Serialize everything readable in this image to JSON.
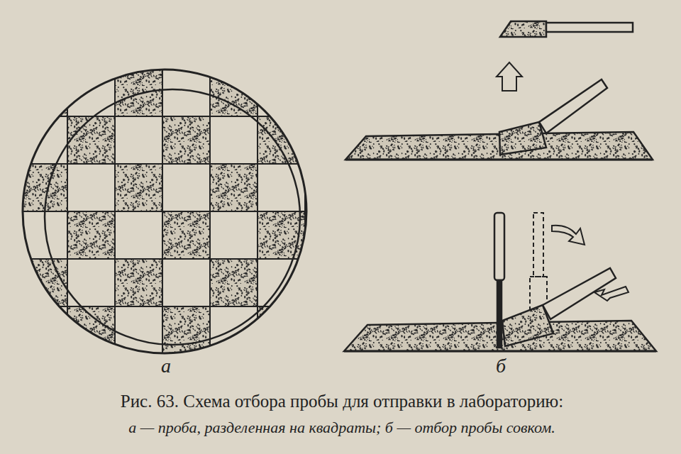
{
  "diagram": {
    "caption": "Рис. 63. Схема отбора пробы для отправки в лабораторию:",
    "labels": [
      "а",
      "б",
      "а — проба, разделенная на квадраты; б — отбор пробы совком."
    ]
  }
}
